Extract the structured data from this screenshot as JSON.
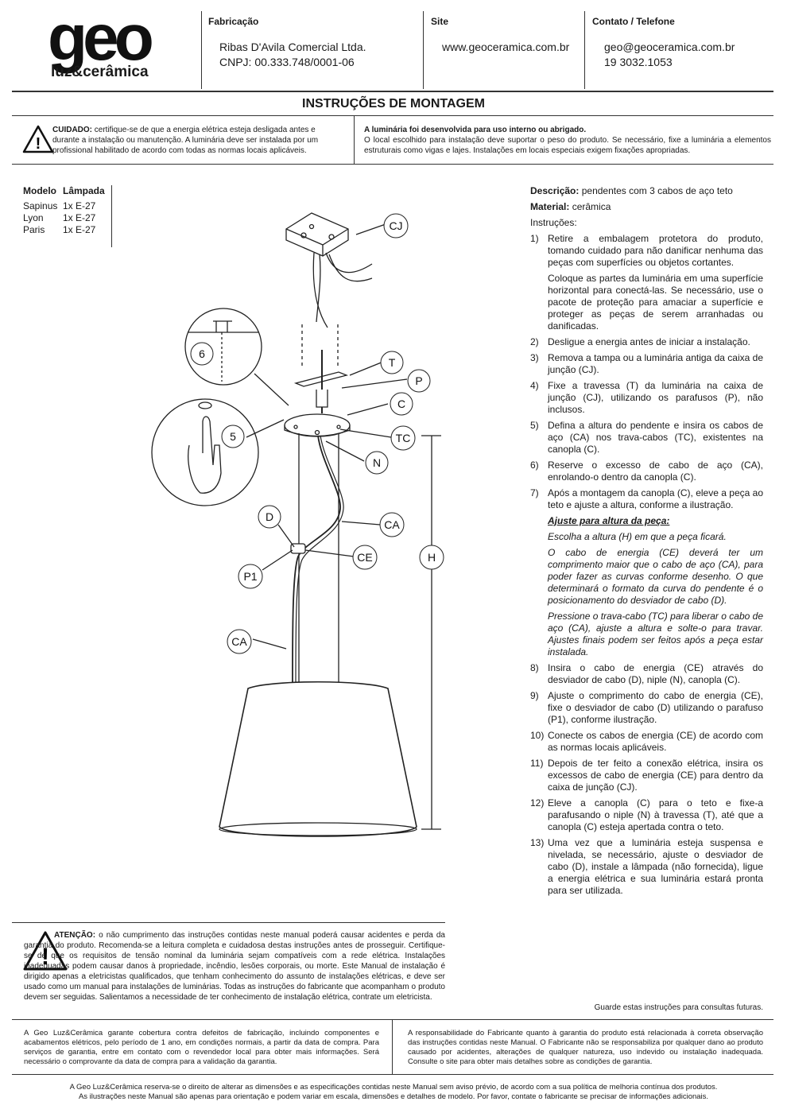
{
  "brand": {
    "logo_main": "geo",
    "logo_sub": "luz&cerâmica"
  },
  "header": {
    "fab_label": "Fabricação",
    "fab_name": "Ribas D'Avila Comercial Ltda.",
    "fab_cnpj": "CNPJ: 00.333.748/0001-06",
    "site_label": "Site",
    "site_value": "www.geoceramica.com.br",
    "contact_label": "Contato / Telefone",
    "contact_email": "geo@geoceramica.com.br",
    "contact_phone": "19 3032.1053"
  },
  "title": "INSTRUÇÕES DE MONTAGEM",
  "caution": {
    "lead": "CUIDADO:",
    "text": "certifique-se de que a energia elétrica esteja desligada antes e durante a instalação ou manutenção. A luminária deve ser instalada por um profissional habilitado de acordo com todas as normas locais aplicáveis."
  },
  "usage": {
    "lead": "A luminária foi desenvolvida para uso interno ou abrigado.",
    "text": "O local escolhido para instalação deve suportar o peso do produto. Se necessário, fixe a luminária a elementos estruturais como vigas e lajes. Instalações em locais especiais exigem fixações apropriadas."
  },
  "models": {
    "col1": "Modelo",
    "col2": "Lâmpada",
    "rows": [
      {
        "model": "Sapinus",
        "lamp": "1x E-27"
      },
      {
        "model": "Lyon",
        "lamp": "1x E-27"
      },
      {
        "model": "Paris",
        "lamp": "1x E-27"
      }
    ]
  },
  "diagram_labels": {
    "cj": "CJ",
    "t": "T",
    "p": "P",
    "c": "C",
    "tc": "TC",
    "n": "N",
    "ca": "CA",
    "ce": "CE",
    "h": "H",
    "d": "D",
    "p1": "P1",
    "ca2": "CA",
    "six": "6",
    "five": "5"
  },
  "description": {
    "lead": "Descrição:",
    "text": "pendentes com 3 cabos de aço teto"
  },
  "material": {
    "lead": "Material:",
    "text": "cerâmica"
  },
  "instructions_label": "Instruções:",
  "steps": [
    {
      "n": "1)",
      "t": "Retire a embalagem protetora do produto, tomando cuidado para não danificar nenhuma das peças com superfícies ou objetos cortantes."
    },
    {
      "n": "",
      "t": "Coloque as partes da luminária em uma superfície horizontal para conectá-las. Se necessário, use o pacote de proteção para amaciar a superfície e proteger as peças de serem arranhadas ou danificadas."
    },
    {
      "n": "2)",
      "t": "Desligue a energia antes de iniciar a instalação."
    },
    {
      "n": "3)",
      "t": "Remova a tampa ou a luminária antiga da caixa de junção (CJ)."
    },
    {
      "n": "4)",
      "t": "Fixe a travessa (T) da luminária na caixa de junção (CJ), utilizando os parafusos (P), não inclusos."
    },
    {
      "n": "5)",
      "t": "Defina a altura do pendente e insira os cabos de aço (CA) nos trava-cabos (TC), existentes na canopla (C)."
    },
    {
      "n": "6)",
      "t": "Reserve o excesso de cabo de aço (CA), enrolando-o dentro da canopla (C)."
    },
    {
      "n": "7)",
      "t": "Após a montagem da canopla (C), eleve a peça ao teto e ajuste a altura, conforme a ilustração."
    }
  ],
  "height_adjust": {
    "title": "Ajuste para altura da peça:",
    "p1": "Escolha a altura (H) em que a peça ficará.",
    "p2": "O cabo de energia (CE) deverá ter um comprimento maior que o cabo de aço (CA), para poder fazer as curvas conforme desenho. O que determinará o formato da curva do pendente é o posicionamento do desviador de cabo (D).",
    "p3": "Pressione o trava-cabo (TC) para liberar o cabo de aço (CA), ajuste a altura e solte-o para travar. Ajustes finais podem ser feitos após a peça estar instalada."
  },
  "steps2": [
    {
      "n": "8)",
      "t": "Insira o cabo de energia (CE) através do desviador de cabo (D), niple (N), canopla (C)."
    },
    {
      "n": "9)",
      "t": "Ajuste o comprimento do cabo de energia (CE), fixe o desviador de cabo (D) utilizando o parafuso (P1), conforme ilustração."
    },
    {
      "n": "10)",
      "t": "Conecte os cabos de energia (CE) de acordo com as normas locais aplicáveis."
    },
    {
      "n": "11)",
      "t": "Depois de ter feito a conexão elétrica, insira os excessos de cabo de energia (CE) para dentro da caixa de junção (CJ)."
    },
    {
      "n": "12)",
      "t": "Eleve a canopla (C) para o teto e fixe-a parafusando o niple (N) à travessa (T), até que a canopla (C) esteja apertada contra o teto."
    },
    {
      "n": "13)",
      "t": "Uma vez que a luminária esteja suspensa e nivelada, se necessário, ajuste o desviador de cabo (D), instale a lâmpada (não fornecida), ligue a energia elétrica e sua luminária estará pronta para ser utilizada."
    }
  ],
  "warning": {
    "lead": "ATENÇÃO:",
    "text": "o não cumprimento das instruções contidas neste manual poderá causar acidentes e perda da garantia do produto. Recomenda-se a leitura completa e cuidadosa destas instruções antes de prosseguir. Certifique-se de que os requisitos de tensão nominal da luminária sejam compatíveis com a rede elétrica. Instalações inadequadas podem causar danos à propriedade, incêndio, lesões corporais, ou morte. Este Manual de instalação é dirigido apenas a eletricistas qualificados, que tenham conhecimento do assunto de instalações elétricas, e deve ser usado como um manual para instalações de luminárias. Todas as instruções do fabricante que acompanham o produto devem ser seguidas. Salientamos a necessidade de ter conhecimento de instalação elétrica, contrate um eletricista."
  },
  "keep_note": "Guarde estas instruções para consultas futuras.",
  "warranty_left": "A Geo Luz&Cerâmica garante cobertura contra defeitos de fabricação, incluindo componentes e acabamentos elétricos, pelo período de 1 ano, em condições normais, a partir da data de compra. Para serviços de garantia, entre em contato com o revendedor local para obter mais informações. Será necessário o comprovante da data de compra para a validação da garantia.",
  "warranty_right": "A responsabilidade do Fabricante quanto à garantia do produto está relacionada à correta observação das instruções contidas neste Manual. O Fabricante não se responsabiliza por qualquer dano ao produto causado por acidentes, alterações de qualquer natureza, uso indevido ou instalação inadequada. Consulte o site para obter mais detalhes sobre as condições de garantia.",
  "footer1": "A Geo Luz&Cerâmica reserva-se o direito de alterar as dimensões e as especificações contidas neste Manual sem aviso prévio, de acordo com a sua política de melhoria contínua dos produtos.",
  "footer2": "As ilustrações neste Manual são apenas para orientação e podem variar em escala, dimensões e detalhes de modelo. Por favor, contate o fabricante se precisar de informações adicionais."
}
